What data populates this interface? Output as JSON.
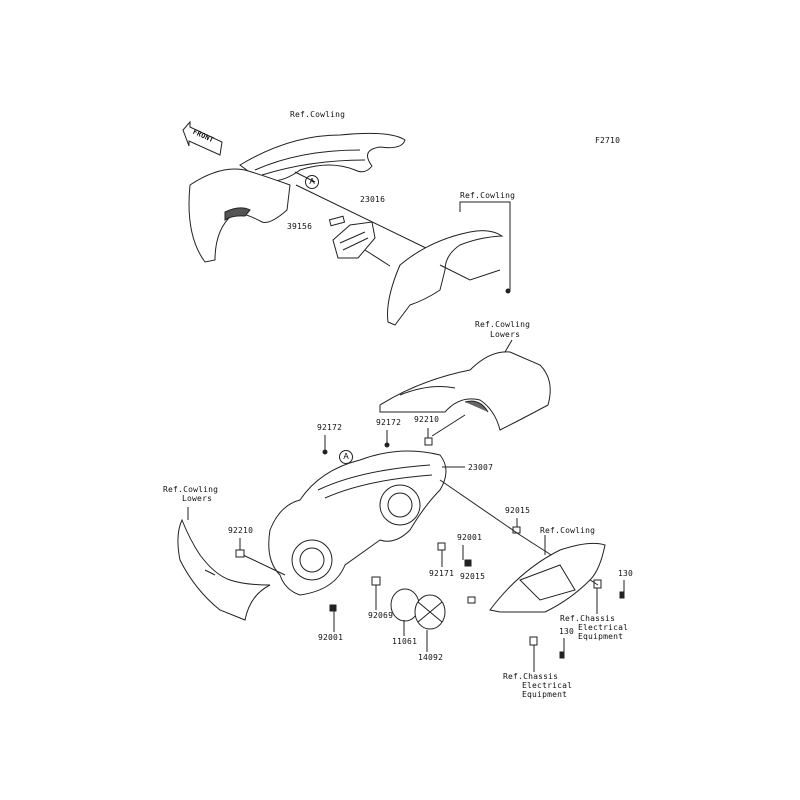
{
  "figure_code": "F2710",
  "front_arrow": "FRONT",
  "reference_marker": "A",
  "labels": {
    "ref_cowling_top": "Ref.Cowling",
    "p23016": "23016",
    "p39156": "39156",
    "ref_cowling_mid": "Ref.Cowling",
    "ref_cowling_lowers_right_1": "Ref.Cowling",
    "ref_cowling_lowers_right_2": "Lowers",
    "p92172_a": "92172",
    "p92172_b": "92172",
    "p92210_a": "92210",
    "p23007": "23007",
    "ref_cowling_lowers_left_1": "Ref.Cowling",
    "ref_cowling_lowers_left_2": "Lowers",
    "p92210_b": "92210",
    "p92015_a": "92015",
    "ref_cowling_bottom": "Ref.Cowling",
    "p92001_a": "92001",
    "p92171": "92171",
    "p92015_b": "92015",
    "p130_a": "130",
    "ref_chassis_a_1": "Ref.Chassis",
    "ref_chassis_a_2": "Electrical",
    "ref_chassis_a_3": "Equipment",
    "p92069": "92069",
    "p92001_b": "92001",
    "p11061": "11061",
    "p14092": "14092",
    "p130_b": "130",
    "ref_chassis_b_1": "Ref.Chassis",
    "ref_chassis_b_2": "Electrical",
    "ref_chassis_b_3": "Equipment"
  }
}
